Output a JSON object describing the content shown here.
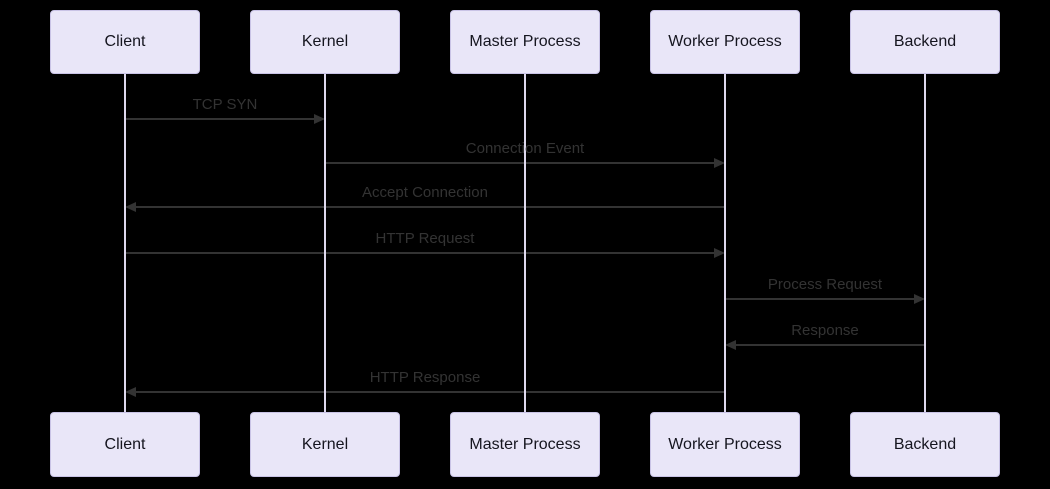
{
  "diagram": {
    "type": "sequence-diagram",
    "background": "#000000",
    "actors": [
      {
        "id": "client",
        "label": "Client"
      },
      {
        "id": "kernel",
        "label": "Kernel"
      },
      {
        "id": "master",
        "label": "Master Process"
      },
      {
        "id": "worker",
        "label": "Worker Process"
      },
      {
        "id": "backend",
        "label": "Backend"
      }
    ],
    "messages": [
      {
        "label": "TCP SYN",
        "from": "Client",
        "to": "Kernel",
        "direction": "right",
        "line_style": "solid",
        "arrowhead": "filled"
      },
      {
        "label": "Connection Event",
        "from": "Kernel",
        "to": "Worker Process",
        "direction": "right",
        "line_style": "solid",
        "arrowhead": "filled"
      },
      {
        "label": "Accept Connection",
        "from": "Worker Process",
        "to": "Client",
        "direction": "left",
        "line_style": "solid",
        "arrowhead": "filled"
      },
      {
        "label": "HTTP Request",
        "from": "Client",
        "to": "Worker Process",
        "direction": "right",
        "line_style": "solid",
        "arrowhead": "filled"
      },
      {
        "label": "Process Request",
        "from": "Worker Process",
        "to": "Backend",
        "direction": "right",
        "line_style": "solid",
        "arrowhead": "filled"
      },
      {
        "label": "Response",
        "from": "Backend",
        "to": "Worker Process",
        "direction": "left",
        "line_style": "solid",
        "arrowhead": "filled"
      },
      {
        "label": "HTTP Response",
        "from": "Worker Process",
        "to": "Client",
        "direction": "left",
        "line_style": "solid",
        "arrowhead": "filled"
      }
    ],
    "colors": {
      "actor_fill": "#e9e6f8",
      "actor_border": "#c9c3e6",
      "actor_text": "#15151f",
      "lifeline": "#ded9ee",
      "arrow": "#333333",
      "message_text": "#333333"
    }
  }
}
